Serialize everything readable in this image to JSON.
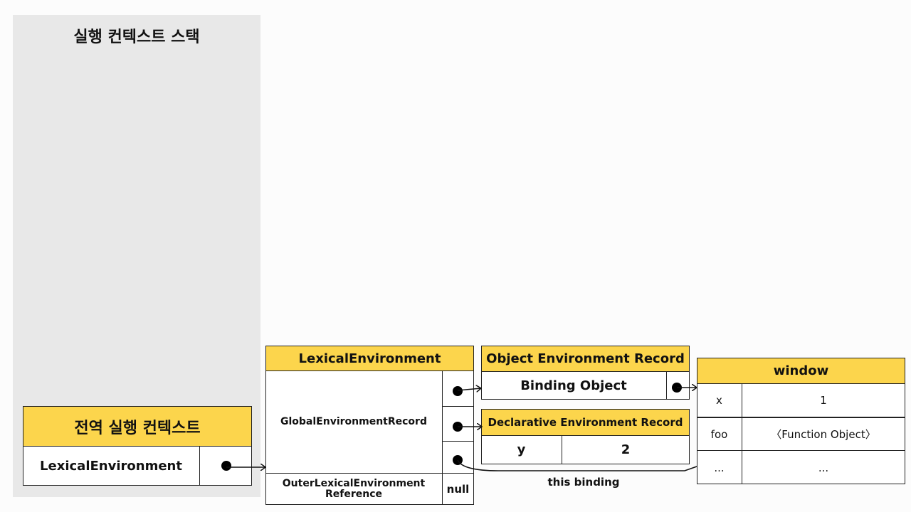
{
  "stack": {
    "title": "실행 컨텍스트 스택"
  },
  "global_context": {
    "title": "전역 실행 컨텍스트",
    "lexical_environment_label": "LexicalEnvironment"
  },
  "lexical_environment": {
    "title": "LexicalEnvironment",
    "global_record_label": "GlobalEnvironmentRecord",
    "outer_reference_label": "OuterLexicalEnvironment Reference",
    "outer_reference_value": "null"
  },
  "object_record": {
    "title": "Object Environment Record",
    "binding_object_label": "Binding Object"
  },
  "declarative_record": {
    "title": "Declarative Environment Record",
    "rows": [
      {
        "key": "y",
        "value": "2"
      }
    ]
  },
  "window": {
    "title": "window",
    "rows": [
      {
        "key": "x",
        "value": "1"
      },
      {
        "key": "foo",
        "value": "〈Function Object〉"
      },
      {
        "key": "...",
        "value": "..."
      }
    ]
  },
  "labels": {
    "this_binding": "this binding"
  },
  "colors": {
    "header_yellow": "#fcd54c",
    "stack_bg": "#e8e8e8",
    "line": "#222222"
  }
}
